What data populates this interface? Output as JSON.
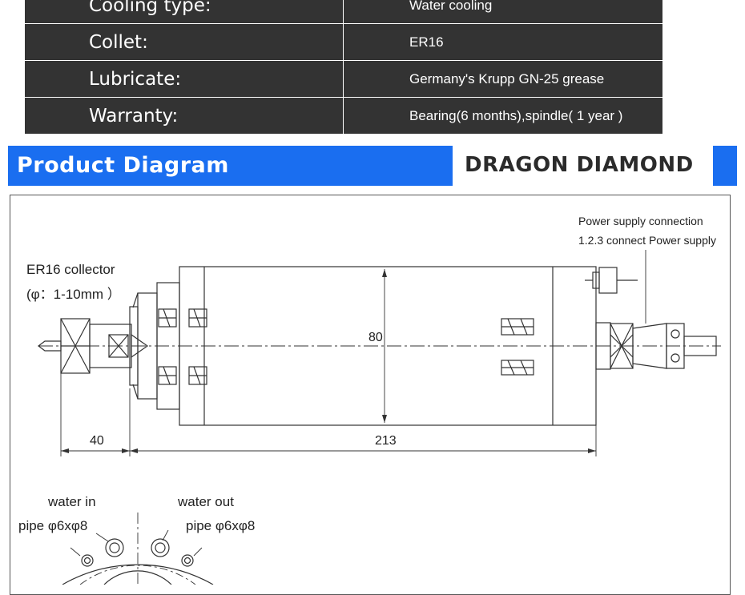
{
  "specs": [
    {
      "label": "Cooling type:",
      "value": "Water cooling"
    },
    {
      "label": "Collet:",
      "value": "ER16"
    },
    {
      "label": "Lubricate:",
      "value": "Germany's Krupp GN-25 grease"
    },
    {
      "label": "Warranty:",
      "value": "Bearing(6 months),spindle( 1 year )"
    }
  ],
  "banner": {
    "title": "Product Diagram",
    "brand": "DRAGON DIAMOND",
    "color": "#1a6ef0"
  },
  "diagram": {
    "power_label_line1": "Power supply connection",
    "power_label_line2": "1.2.3 connect Power supply",
    "collector_label": "ER16 collector",
    "collector_range": "(φ：1-10mm ）",
    "dim_diameter": "80",
    "dim_nose": "40",
    "dim_length": "213",
    "water_in": "water in",
    "water_in_pipe": "pipe φ6xφ8",
    "water_out": "water out",
    "water_out_pipe": "pipe φ6xφ8"
  }
}
